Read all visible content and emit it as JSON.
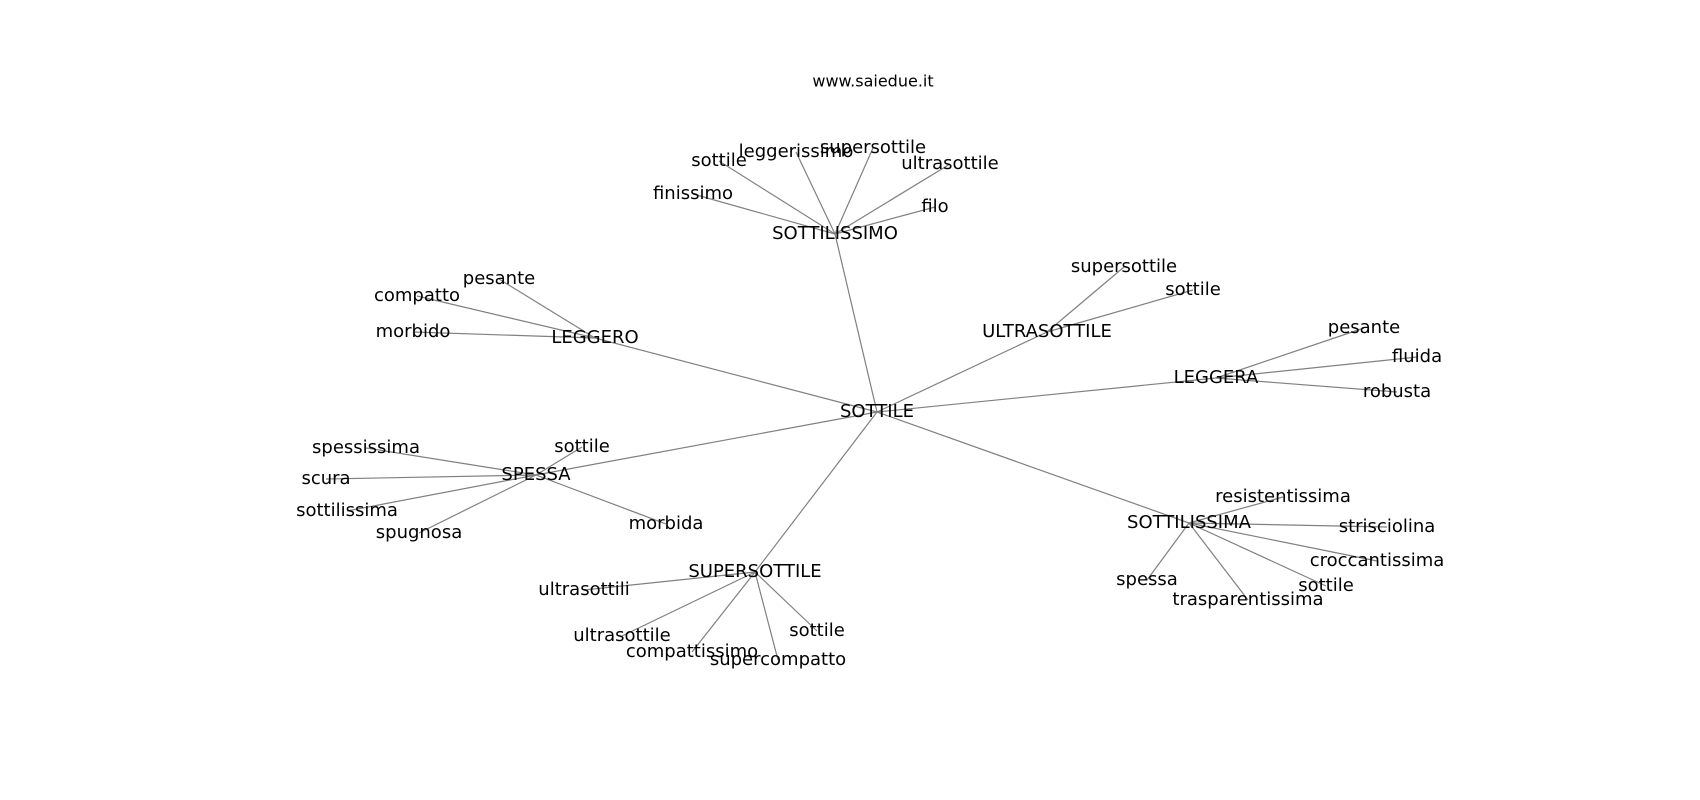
{
  "site": "www.saiedue.it",
  "graph": {
    "root": "SOTTILE",
    "clusters": [
      {
        "label": "SOTTILISSIMO",
        "words": [
          "finissimo",
          "sottile",
          "leggerissimo",
          "supersottile",
          "ultrasottile",
          "filo"
        ]
      },
      {
        "label": "LEGGERO",
        "words": [
          "pesante",
          "compatto",
          "morbido"
        ]
      },
      {
        "label": "ULTRASOTTILE",
        "words": [
          "supersottile",
          "sottile"
        ]
      },
      {
        "label": "LEGGERA",
        "words": [
          "pesante",
          "fluida",
          "robusta"
        ]
      },
      {
        "label": "SPESSA",
        "words": [
          "sottile",
          "spessissima",
          "scura",
          "sottilissima",
          "spugnosa",
          "morbida"
        ]
      },
      {
        "label": "SUPERSOTTILE",
        "words": [
          "ultrasottili",
          "ultrasottile",
          "compattissimo",
          "supercompatto",
          "sottile"
        ]
      },
      {
        "label": "SOTTILISSIMA",
        "words": [
          "resistentissima",
          "strisciolina",
          "croccantissima",
          "sottile",
          "trasparentissima",
          "spessa"
        ]
      }
    ]
  }
}
